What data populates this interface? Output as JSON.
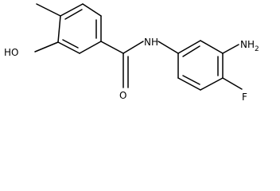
{
  "molecule": {
    "labels": {
      "hydroxyl": "HO",
      "carbonyl_oxygen": "O",
      "amide_nitrogen": "N",
      "amide_hydrogen": "H",
      "amino": "NH",
      "amino_subscript": "2",
      "fluorine": "F"
    }
  }
}
